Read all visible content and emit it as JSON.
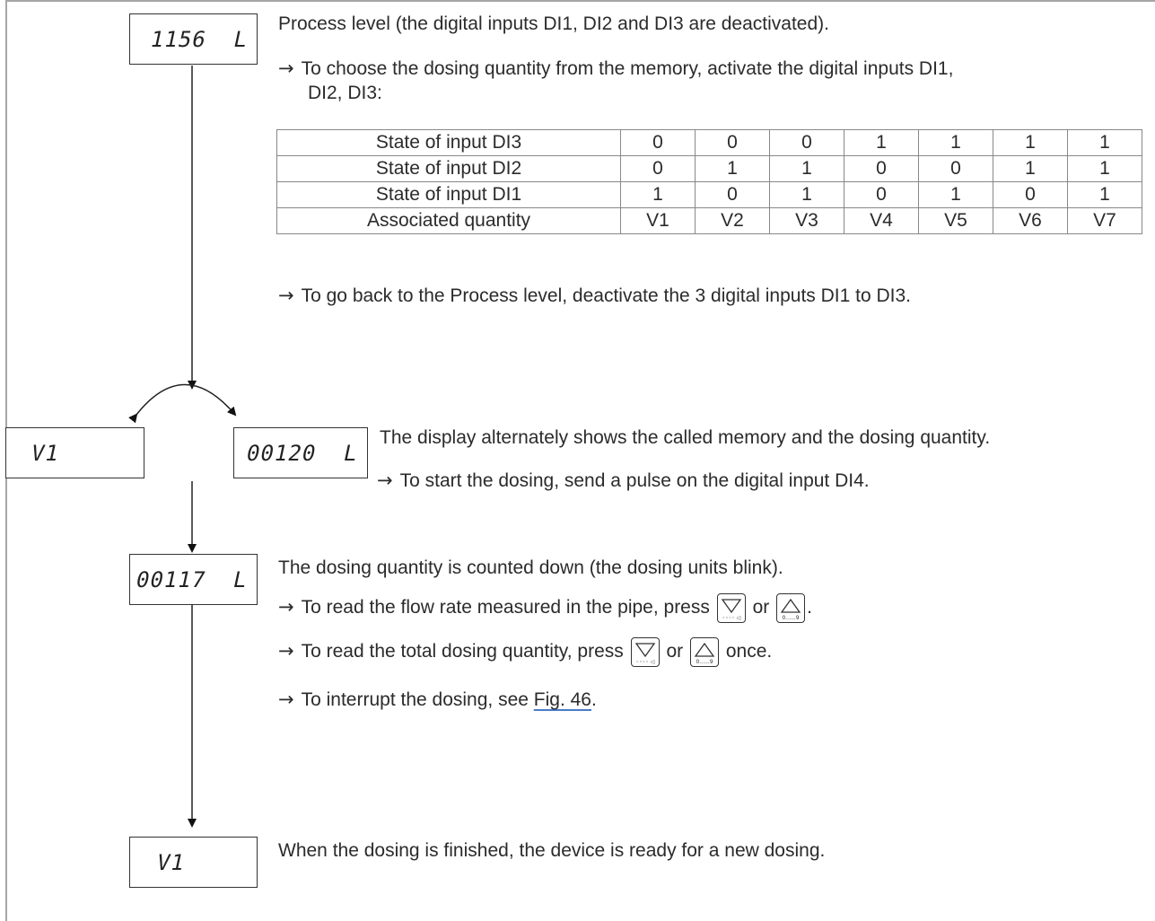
{
  "displays": {
    "process": "1156  L",
    "memory_v1": "V1",
    "quantity": "00120  L",
    "countdown": "00117  L",
    "finished": "V1"
  },
  "section1": {
    "line1": "Process level (the digital inputs DI1, DI2 and DI3 are deactivated).",
    "line2a": "To choose the dosing quantity from the memory, activate the digital inputs DI1,",
    "line2b": "DI2, DI3:",
    "line3": "To go back to the Process level, deactivate the 3 digital inputs DI1 to DI3."
  },
  "table": {
    "rows": [
      {
        "label": "State of input DI3",
        "values": [
          "0",
          "0",
          "0",
          "1",
          "1",
          "1",
          "1"
        ]
      },
      {
        "label": "State of input DI2",
        "values": [
          "0",
          "1",
          "1",
          "0",
          "0",
          "1",
          "1"
        ]
      },
      {
        "label": "State of input DI1",
        "values": [
          "1",
          "0",
          "1",
          "0",
          "1",
          "0",
          "1"
        ]
      },
      {
        "label": "Associated quantity",
        "values": [
          "V1",
          "V2",
          "V3",
          "V4",
          "V5",
          "V6",
          "V7"
        ]
      }
    ]
  },
  "section2": {
    "line1": "The display alternately shows the called memory and the dosing quantity.",
    "line2": "To start the dosing, send a pulse on the digital input DI4."
  },
  "section3": {
    "line1": "The dosing quantity is counted down (the dosing units blink).",
    "line2": "To read the flow rate measured in the pipe, press",
    "line3": "To read the total dosing quantity, press",
    "line3_end": "once.",
    "or": "or",
    "line4": "To interrupt the dosing, see",
    "line4_link": "Fig. 46",
    "line4_end": "."
  },
  "section4": {
    "line1": "When the dosing is finished, the device is ready for a new dosing."
  },
  "keys": {
    "down_caption": "◦◦◦◦ ◁",
    "up_caption": "0......9"
  },
  "symbols": {
    "arrow": "→"
  }
}
